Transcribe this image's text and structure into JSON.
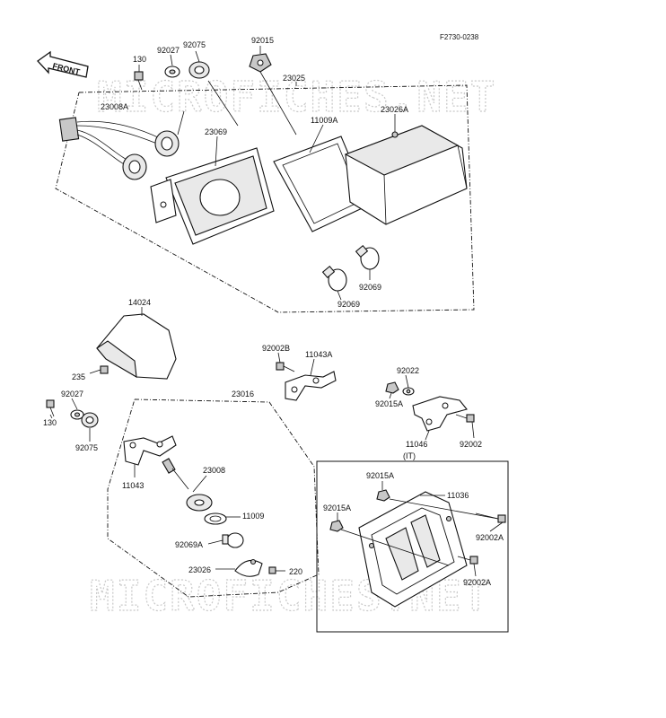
{
  "diagram_code": "F2730-0238",
  "front_label": "FRONT",
  "watermark": "MICROFICHES.NET",
  "variant_label": "(IT)",
  "labels": {
    "p130_top": "130",
    "p92027_top": "92027",
    "p92075_top": "92075",
    "p92015_top": "92015",
    "p23025": "23025",
    "p23008A": "23008A",
    "p23069": "23069",
    "p11009A": "11009A",
    "p23026A": "23026A",
    "p92069_right": "92069",
    "p92069_bottom": "92069",
    "p14024": "14024",
    "p235": "235",
    "p92002B": "92002B",
    "p11043A": "11043A",
    "p92022": "92022",
    "p92015A_top": "92015A",
    "p23016": "23016",
    "p92027_mid": "92027",
    "p130_mid": "130",
    "p92075_mid": "92075",
    "p11043": "11043",
    "p23008": "23008",
    "p11009": "11009",
    "p92069A": "92069A",
    "p23026": "23026",
    "p220": "220",
    "p11046": "11046",
    "p92002": "92002",
    "p92015A_box": "92015A",
    "p11036": "11036",
    "p92015A_left": "92015A",
    "p92002A_right": "92002A",
    "p92002A_bottom": "92002A"
  }
}
